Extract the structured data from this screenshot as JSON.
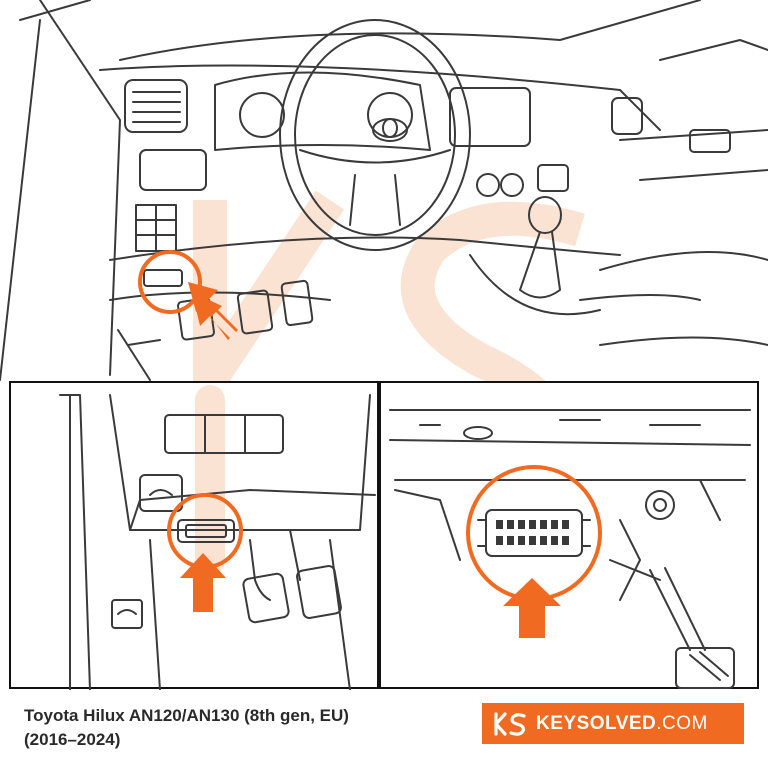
{
  "caption": {
    "line1": "Toyota Hilux AN120/AN130 (8th gen, EU)",
    "line2": "(2016–2024)"
  },
  "brand": {
    "name": "KEYSOLVED",
    "tld": ".COM",
    "logo_letters": "KS",
    "color": "#f06b21"
  },
  "colors": {
    "accent": "#f06b21",
    "line": "#3a3a3a",
    "watermark": "#fbe3d3"
  },
  "icons": [
    "arrow-up-right-icon",
    "arrow-up-icon",
    "magnifier-circle-icon",
    "ks-logo-icon",
    "toyota-emblem-icon"
  ]
}
